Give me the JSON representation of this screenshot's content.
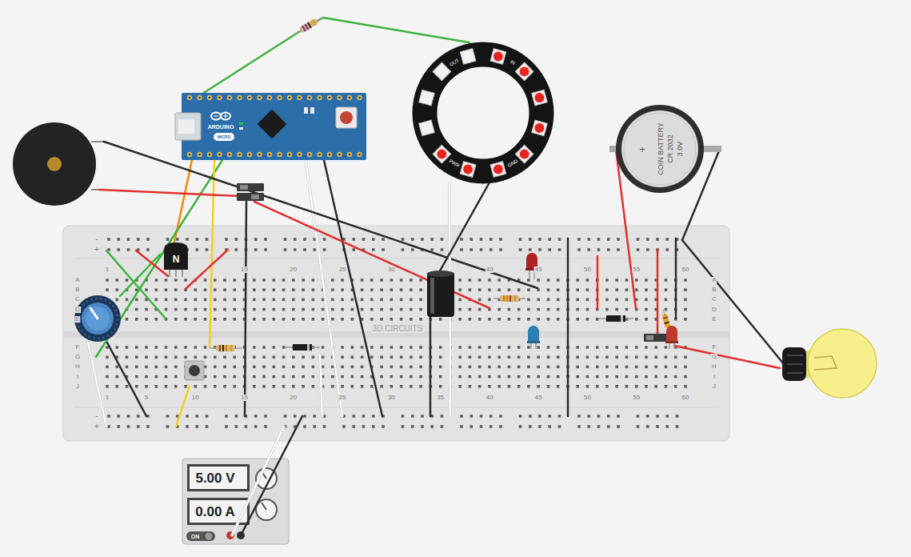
{
  "diagram": {
    "nodes": [
      {
        "text": [
          "ARDUINO",
          "MICRO"
        ]
      },
      {
        "text": [
          "OUT",
          "IN",
          "PWR",
          "GND"
        ]
      },
      {
        "text": [
          "+",
          "COIN BATTERY",
          "CR 2032",
          "3.0V"
        ]
      },
      {
        "text": [
          "N"
        ]
      },
      {
        "text": [
          "5.00 V",
          "0.00 A",
          "ON"
        ]
      }
    ],
    "edges": [
      {
        "from": 0,
        "to": 1,
        "arrow": "none"
      }
    ],
    "labels": [
      "1",
      "15",
      "20",
      "25",
      "30",
      "40",
      "45",
      "50",
      "55",
      "60",
      "1",
      "5",
      "10",
      "15",
      "20",
      "25",
      "30",
      "35",
      "40",
      "45",
      "50",
      "55",
      "60",
      "A",
      "B",
      "C",
      "D",
      "E",
      "F",
      "G",
      "H",
      "I",
      "J",
      "A",
      "B",
      "C",
      "D",
      "E",
      "F",
      "G",
      "H",
      "I",
      "J",
      "-",
      "+",
      "-",
      "+",
      "3D.CIRCUITS"
    ]
  }
}
